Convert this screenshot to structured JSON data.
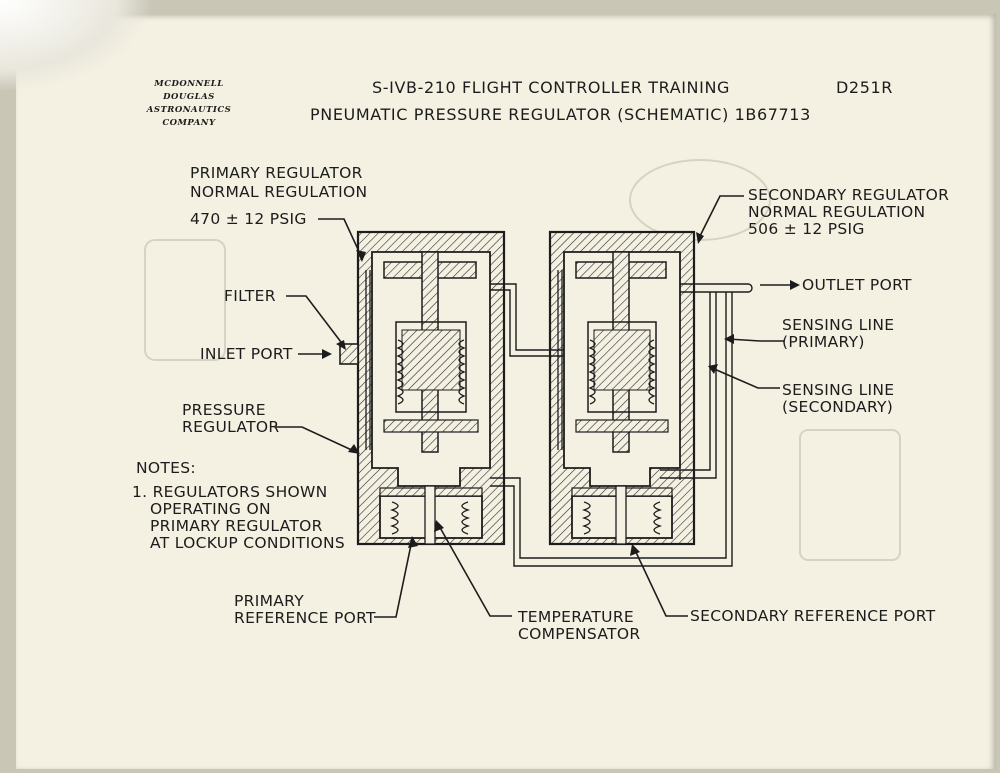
{
  "header": {
    "company": [
      "MCDONNELL",
      "DOUGLAS",
      "ASTRONAUTICS",
      "COMPANY"
    ],
    "title": "S-IVB-210 FLIGHT CONTROLLER TRAINING",
    "subtitle": "PNEUMATIC PRESSURE REGULATOR (SCHEMATIC) 1B67713",
    "doc_id": "D251R"
  },
  "labels": {
    "primary_regulator": [
      "PRIMARY REGULATOR",
      "NORMAL REGULATION",
      "470 ± 12 PSIG"
    ],
    "secondary_regulator": [
      "SECONDARY REGULATOR",
      "NORMAL REGULATION",
      "506 ± 12 PSIG"
    ],
    "outlet_port": "OUTLET PORT",
    "sensing_line_primary": [
      "SENSING LINE",
      "(PRIMARY)"
    ],
    "sensing_line_secondary": [
      "SENSING LINE",
      "(SECONDARY)"
    ],
    "filter": "FILTER",
    "inlet_port": "INLET PORT",
    "pressure_regulator": [
      "PRESSURE",
      "REGULATOR"
    ],
    "primary_reference_port": [
      "PRIMARY",
      "REFERENCE PORT"
    ],
    "temperature_compensator": [
      "TEMPERATURE",
      "COMPENSATOR"
    ],
    "secondary_reference_port": "SECONDARY REFERENCE PORT"
  },
  "notes": {
    "heading": "NOTES:",
    "items": [
      "1. REGULATORS SHOWN",
      "OPERATING ON",
      "PRIMARY REGULATOR",
      "AT LOCKUP CONDITIONS"
    ]
  }
}
